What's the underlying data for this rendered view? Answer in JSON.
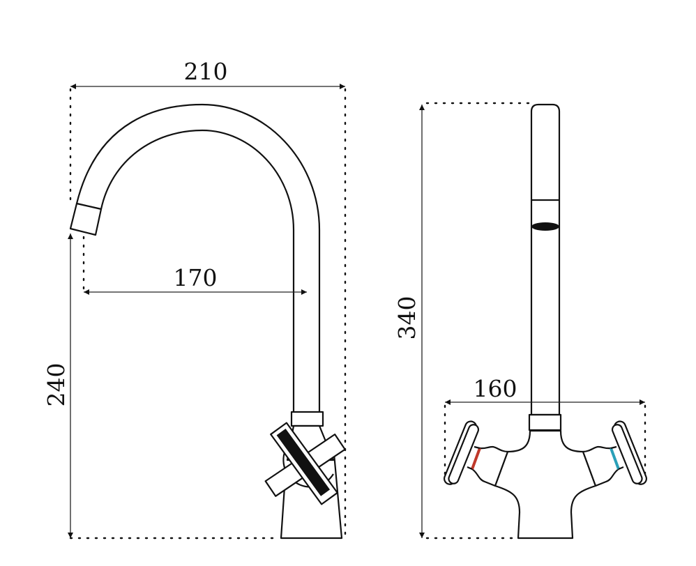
{
  "title": "Faucet dimension drawing",
  "dimensions": {
    "side_width": "210",
    "spout_reach": "170",
    "spout_height": "240",
    "total_height": "340",
    "handle_span": "160"
  },
  "colors": {
    "hot": "#c0392b",
    "cold": "#2aa0b8",
    "line": "#111111"
  }
}
